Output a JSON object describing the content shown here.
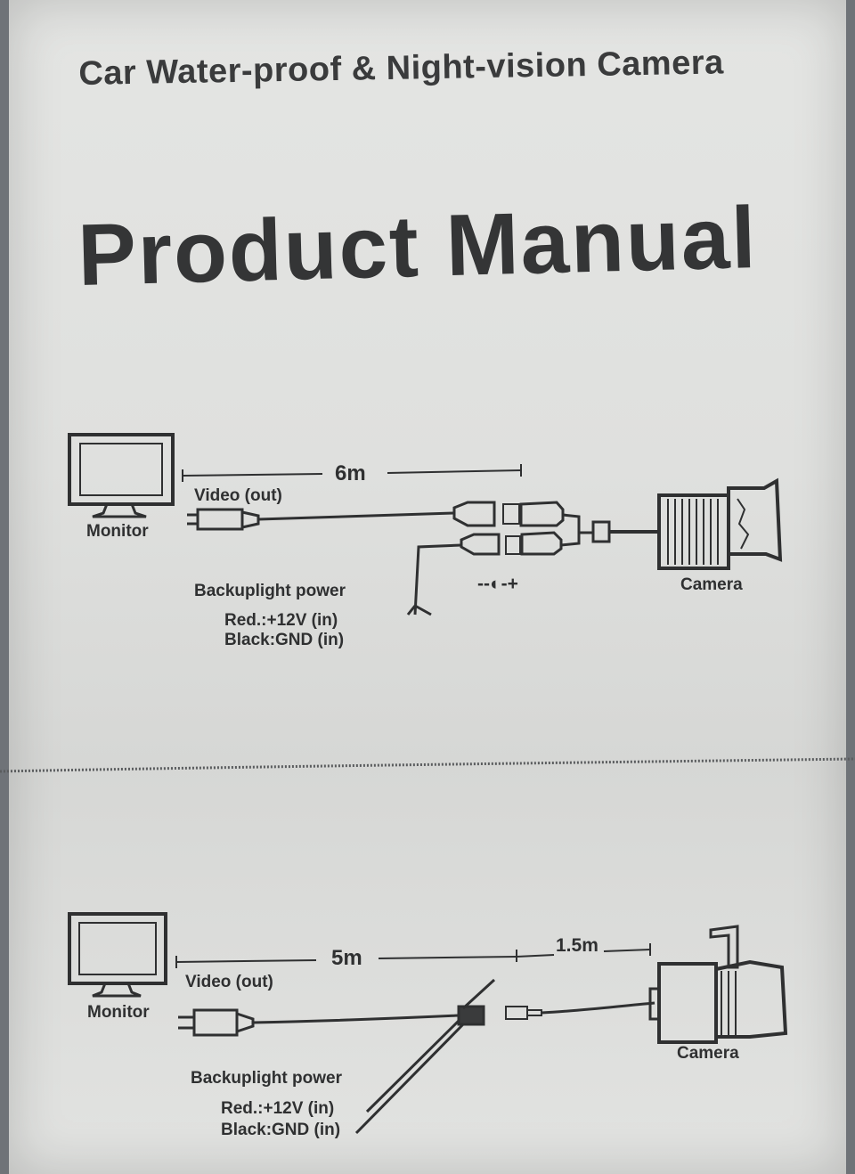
{
  "header": {
    "subtitle": "Car Water-proof & Night-vision Camera",
    "title": "Product Manual"
  },
  "diagram_top": {
    "monitor_label": "Monitor",
    "length_label": "6m",
    "video_label": "Video (out)",
    "power_label": "Backuplight power",
    "red_label": "Red.:+12V (in)",
    "black_label": "Black:GND (in)",
    "polarity_label": "--◐-+",
    "camera_label": "Camera"
  },
  "diagram_bottom": {
    "monitor_label": "Monitor",
    "length_label": "5m",
    "length2_label": "1.5m",
    "video_label": "Video (out)",
    "power_label": "Backuplight power",
    "red_label": "Red.:+12V (in)",
    "black_label": "Black:GND (in)",
    "camera_label": "Camera"
  },
  "colors": {
    "ink": "#2f3031",
    "paper": "#e1e2e0"
  }
}
